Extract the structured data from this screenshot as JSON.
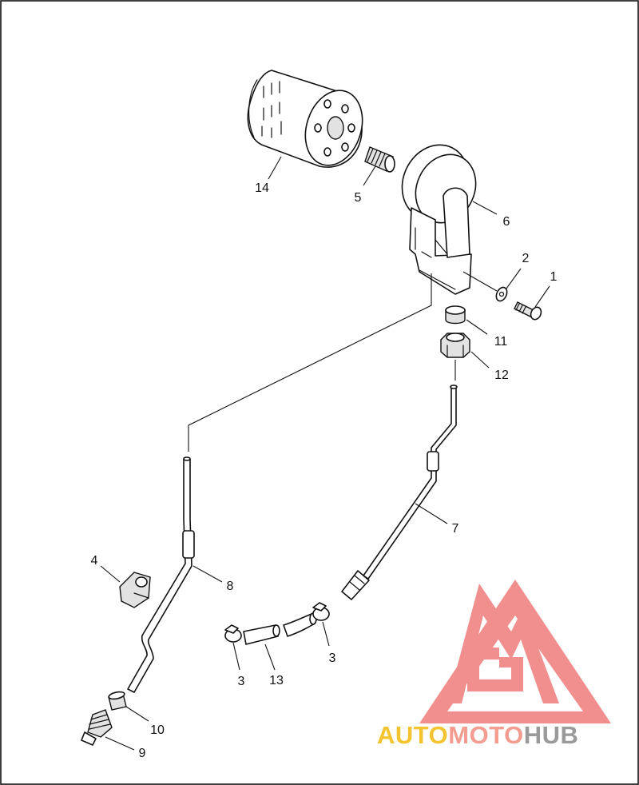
{
  "callouts": {
    "c1": "1",
    "c2": "2",
    "c3a": "3",
    "c3b": "3",
    "c4": "4",
    "c5": "5",
    "c6": "6",
    "c7": "7",
    "c8": "8",
    "c9": "9",
    "c10": "10",
    "c11": "11",
    "c12": "12",
    "c13": "13",
    "c14": "14"
  },
  "watermark": {
    "part_auto": "AUTO",
    "part_moto": "MOTO",
    "part_hub": "HUB",
    "colors": {
      "auto": "#f4c430",
      "moto": "#f39c8f",
      "hub": "#9a9a9a",
      "logo": "#ef7b7b"
    }
  }
}
